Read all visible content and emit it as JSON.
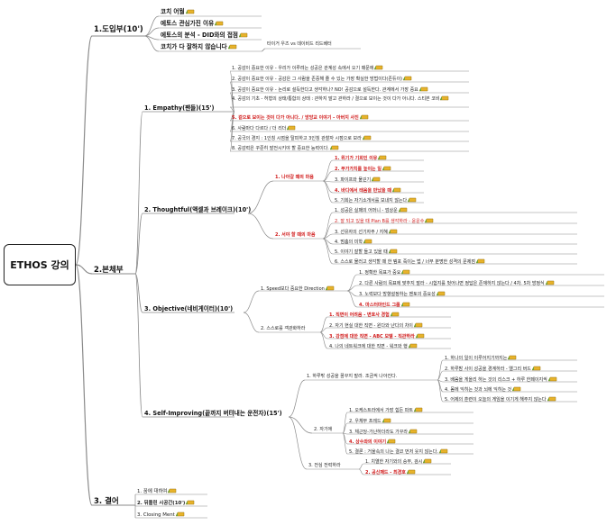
{
  "root": "ETHOS 강의",
  "sections": [
    {
      "id": "s1",
      "label": "1.도입부(10')"
    },
    {
      "id": "s2",
      "label": "2.본체부"
    },
    {
      "id": "s3",
      "label": "3. 결어"
    }
  ],
  "intro": [
    "코치 어월",
    "에토스 관심가진 이유",
    "에토스의 분석 - DID와의 접점",
    "코치가 다 잘하지 않습니다",
    "타이거 우즈 vs 데이비드 리드베터"
  ],
  "empathy": {
    "title": "1. Empathy(팬들)(15')",
    "items": [
      "1. 공감이 중요한 이유 - 우리가 이루려는 성공은 관계성 속에서 오기 때문에",
      "2. 공감이 중요한 이유 - 공감은 그 사람을 존중해 줄 수 있는 가장 확실한 방법이다(존듀이)",
      "3. 공감이 중요한 이유 - 논리로 설득한다고 생각하나? NO! 공감으로 설득한다. 관계에서 가장 중요",
      "4. 공감의 기초 - 허형의 상태/통합의 상태 : 관하지 말고 관하라 / 결으로 보이는 것이 다가 아니다. 스티븐 코비",
      "5. 겉으로 보이는 것이 다가 아니다. / 방망교 이야기 - 아버지 사진",
      "6. 사람마다 다르다 / 더 리더",
      "7. 공국의 경지 : 1인칭 시점을 탈피하고 3인칭 관찰자 시점으로 보라",
      "8. 공감력은 꾸준히 발전시키야 할 중요한 능력이다."
    ]
  },
  "thoughtful": {
    "title": "2. Thoughtful(액셀과 브레이크)(10')",
    "groupA": "1. 나아갈 때의 마음",
    "itemsA": [
      "1. 위기가 기회인 이유",
      "2. 부가가치를 높이는 일",
      "3. 파이프와 물긷기",
      "4. 바디에서 태움을 만났을 때",
      "5. 기회는 자기소개서를 보내지 않는다"
    ],
    "groupB": "2. 서야 할 때의 마음",
    "itemsB": [
      "1. 성공은 실패의 어머니 - 엄상운",
      "2. 잘 되고 있을 때 Plan B를 생각하라 - 윤운수",
      "3. 선유자의 선기자주 / 지혜",
      "4. 멈춤의 미학",
      "5. 이야기 잘할 들고 있을 때",
      "6. 스스로 물러고 생각할 때 한 템포 죽이는 법 / 너무 분명한 성격의 문제점"
    ]
  },
  "objective": {
    "title": "3. Objective(네비게이터)(10')",
    "groupA": "1. Speed보다 중요한 Direction",
    "itemsA": [
      "1. 정확한 목표가 중요",
      "2. 다른 사람의 목표에 맞추지 말라 - 시험지를 벗어나면 정답은 존재하지 않는다 / 4차. 5차 방정식",
      "3. 노력보다 방향설정하는 멘토의 중요성",
      "4. 마스터마인드 그룹"
    ],
    "groupB": "2. 스스로를 객관화하라",
    "itemsB": [
      "1. 직면이 어려움 - 변호사 경험",
      "2. 자기 현실 대한 직면 - 윈다와 냔다의 차이",
      "3. 강점에 대한 직면 - ABC 모델 - 직관하라",
      "4. 나의 네트워크에 대한 직면 - 워크와 행"
    ]
  },
  "self_improving": {
    "title": "4. Self-Improving(끝까지 버텨내는 운전자)(15')",
    "groupA": "1. 하루밖 성공을 꿈꾸지 말라. 조금씩 나아진다.",
    "itemsA": [
      "1. 하나의 일이 이루어지기까지는",
      "2. 하루밤 사이 성공을 경계하라 - 엘그리 버드",
      "3. 배움을 게을리 하는 것의 리스크 + 하루 한페이지씩",
      "4. 몸에 익히는 것과 뇌에 익히는 것",
      "5. 어제의 훈련이 오늘의 게임을 이기게 해주지 않는다"
    ],
    "groupB": "2. 자기애",
    "itemsB": [
      "1. 오케스트라에서 가장 힘든 파트",
      "2. 우체부 프레드",
      "3. 체근당-가난하더라도 가꾸라",
      "4. 상수와의 이야기",
      "5. 결론 : 거울속의 나는 결코 먼저 웃지 않는다."
    ],
    "groupC": "3. 전심 전력하라",
    "itemsC": [
      "1. 치열한 자기와의 승부, 검시",
      "2. 공신패드 - 최경호"
    ]
  },
  "closing": [
    "1. 꿈에 대하여",
    "2. 뒤틀린 시공간(10')",
    "3. Closing Ment"
  ],
  "colors": {
    "line": "#8a8a8a",
    "emphasis": "#d01818",
    "text": "#111111",
    "pencil": "#e8b32a",
    "pencil_tip": "#6aa83a"
  }
}
